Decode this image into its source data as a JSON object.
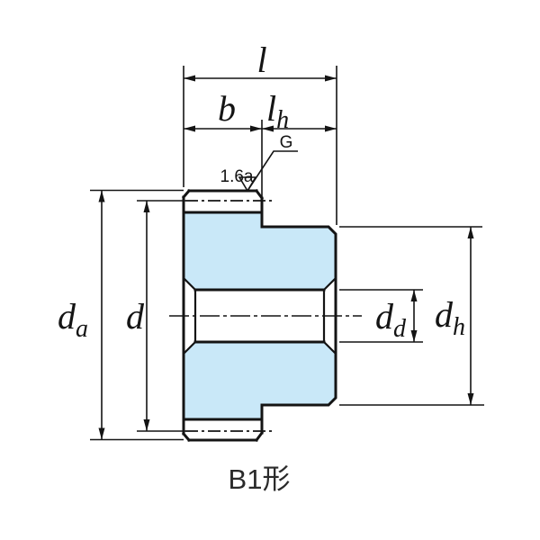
{
  "diagram": {
    "caption": "B1形",
    "body_fill_color": "#c9e8f8",
    "line_color": "#141414",
    "dimensions": {
      "overall_length": {
        "label": "l"
      },
      "face_width": {
        "label": "b"
      },
      "hub_length": {
        "base": "l",
        "sub": "h"
      },
      "tip_diameter": {
        "base": "d",
        "sub": "a"
      },
      "pitch_diameter": {
        "label": "d"
      },
      "bore_diameter": {
        "base": "d",
        "sub": "d"
      },
      "hub_diameter": {
        "base": "d",
        "sub": "h"
      }
    },
    "surface_finish": {
      "grind_mark": "G",
      "roughness": "1.6a"
    }
  }
}
